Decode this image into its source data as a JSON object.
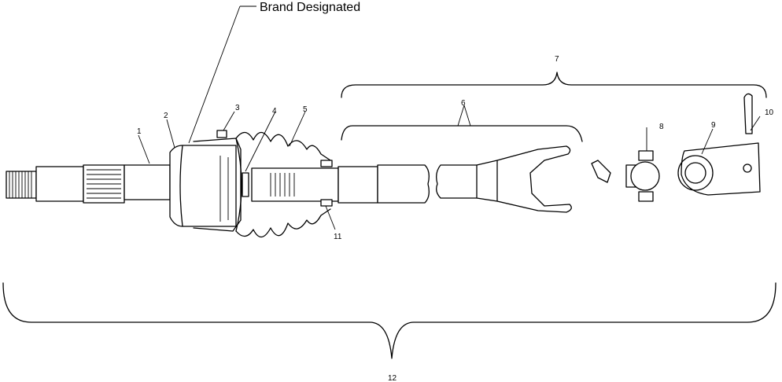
{
  "diagram": {
    "brand_label": "Brand Designated",
    "callouts": [
      {
        "id": "1",
        "text": "1"
      },
      {
        "id": "2",
        "text": "2"
      },
      {
        "id": "3",
        "text": "3"
      },
      {
        "id": "4",
        "text": "4"
      },
      {
        "id": "5",
        "text": "5"
      },
      {
        "id": "6",
        "text": "6"
      },
      {
        "id": "7",
        "text": "7"
      },
      {
        "id": "8",
        "text": "8"
      },
      {
        "id": "9",
        "text": "9"
      },
      {
        "id": "10",
        "text": "10"
      },
      {
        "id": "11",
        "text": "11"
      },
      {
        "id": "12",
        "text": "12"
      }
    ]
  }
}
